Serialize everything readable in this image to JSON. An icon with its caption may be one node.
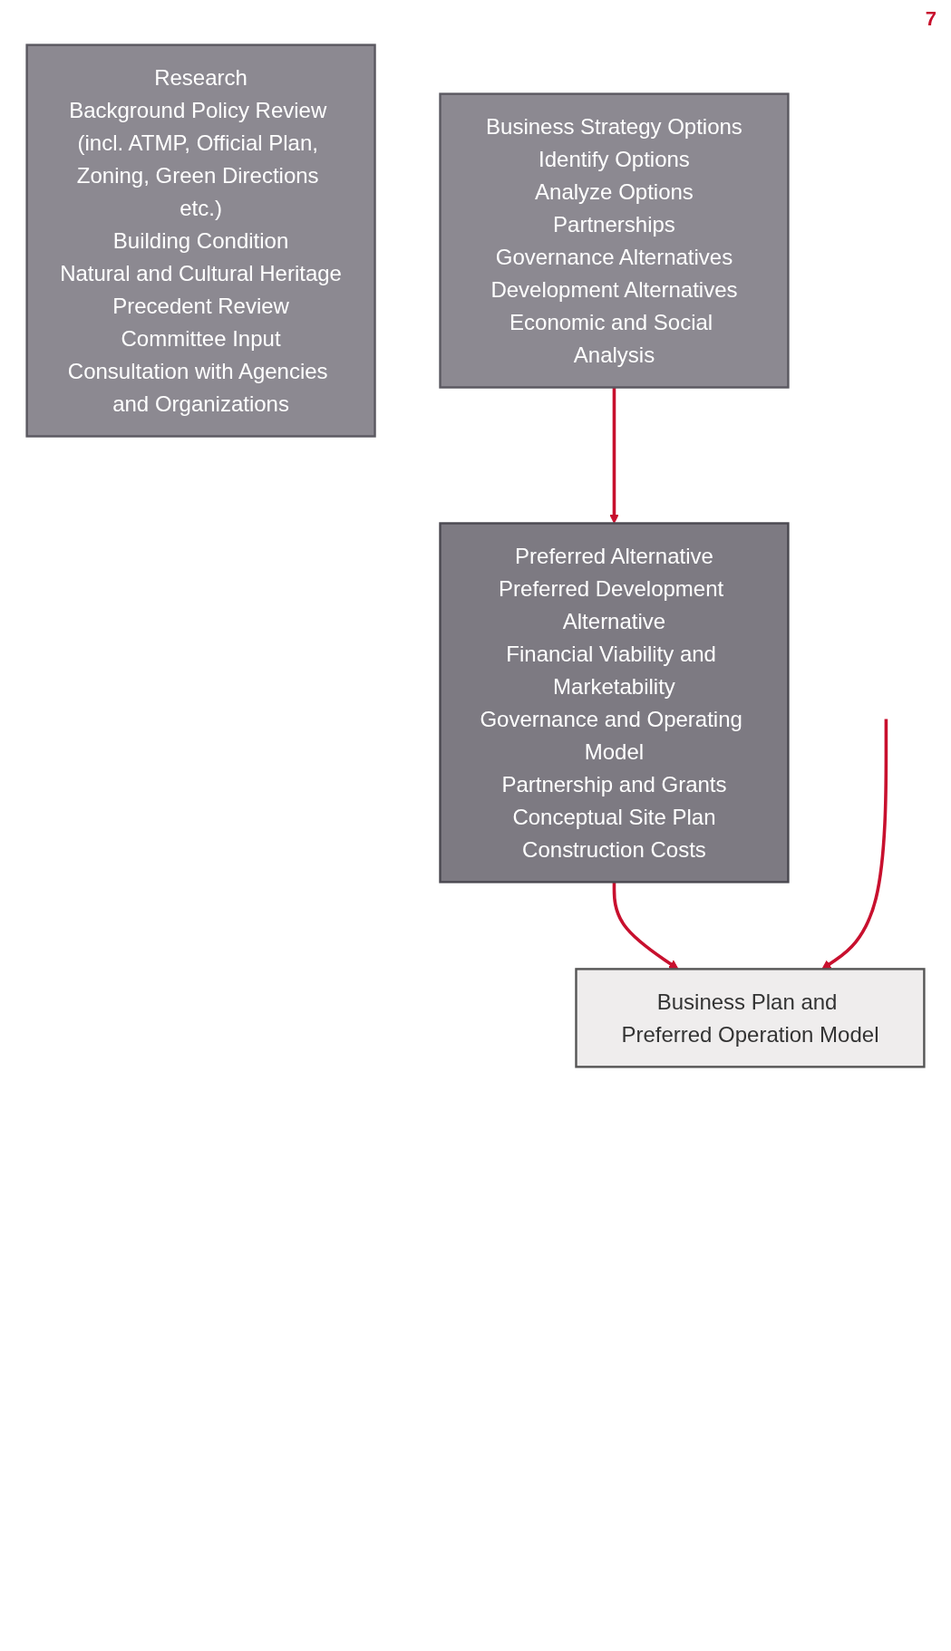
{
  "diagram": {
    "nodes": [
      {
        "text": [
          "Research",
          "Background Policy Review (incl. ATMP, Official Plan, Zoning, Green Directions etc.)",
          "Building Condition",
          "Natural and Cultural Heritage",
          "Precedent Review",
          "Committee Input",
          "Consultation with Agencies and Organizations"
        ]
      },
      {
        "text": [
          "Business Strategy Options",
          "Identify Options",
          "Analyze Options",
          "Partnerships",
          "Governance Alternatives",
          "Development Alternatives",
          "Economic and Social Analysis"
        ]
      },
      {
        "text": [
          "Preferred Alternative",
          "Preferred Development Alternative",
          "Financial Viability and Marketability",
          "Governance and Operating Model",
          "Partnership and Grants",
          "Conceptual Site Plan",
          "Construction Costs"
        ]
      },
      {
        "text": [
          "Business Plan and Preferred Operation Model"
        ]
      }
    ],
    "edges": [
      {
        "from": 1,
        "to": 2,
        "arrow": "to"
      },
      {
        "from": 2,
        "to": 3,
        "arrow": "to"
      },
      {
        "from": null,
        "to": 3,
        "arrow": "to"
      }
    ],
    "labels": [
      "7"
    ]
  }
}
